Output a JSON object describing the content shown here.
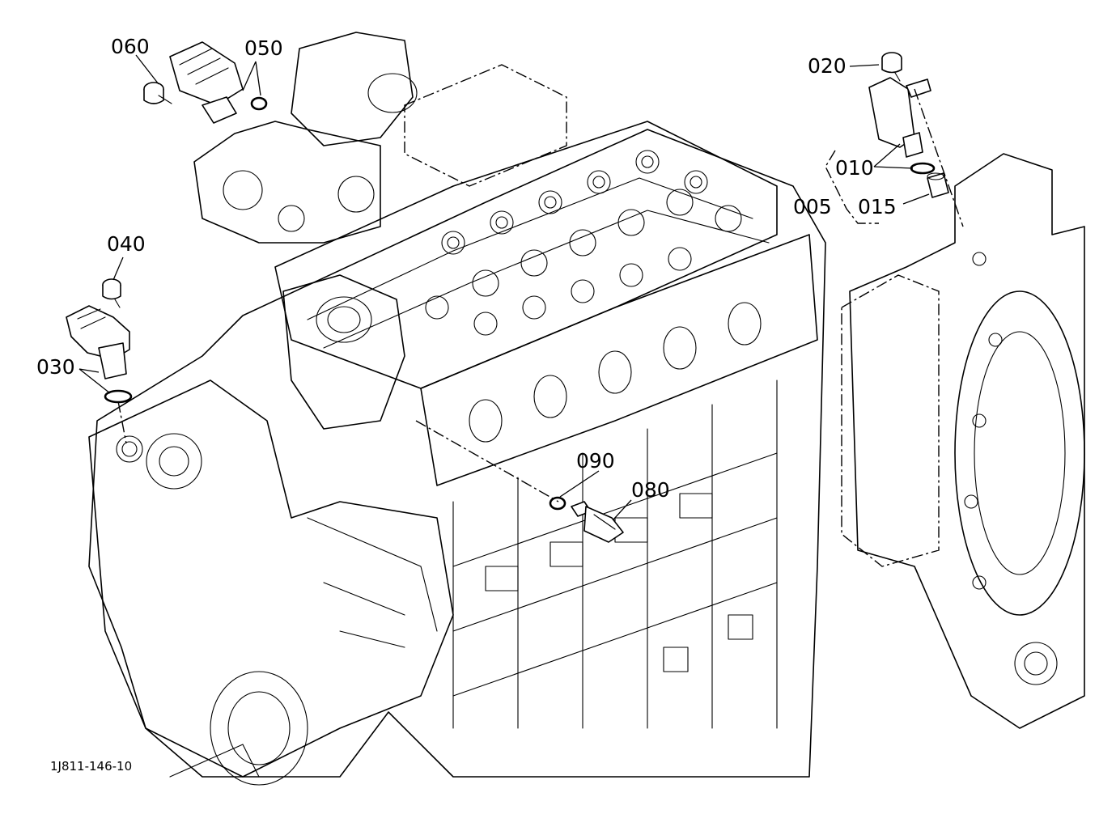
{
  "figure_id": "1J811-146-10",
  "callouts": {
    "p005": "005",
    "p010": "010",
    "p015": "015",
    "p020": "020",
    "p030": "030",
    "p040": "040",
    "p050": "050",
    "p060": "060",
    "p080": "080",
    "p090": "090"
  }
}
